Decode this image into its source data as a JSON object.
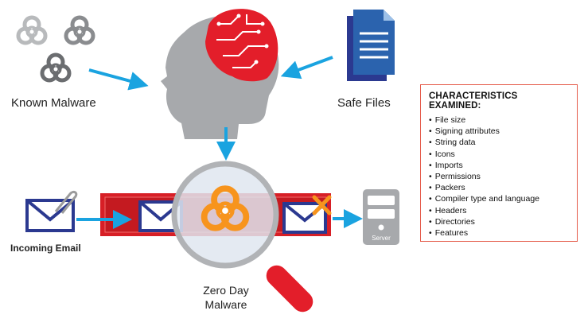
{
  "labels": {
    "known_malware": "Known Malware",
    "safe_files": "Safe Files",
    "incoming_email": "Incoming Email",
    "zero_day_line1": "Zero Day",
    "zero_day_line2": "Malware",
    "server": "Server"
  },
  "characteristics": {
    "title": "CHARACTERISTICS EXAMINED:",
    "items": [
      "File size",
      "Signing attributes",
      "String data",
      "Icons",
      "Imports",
      "Permissions",
      "Packers",
      "Compiler type and language",
      "Headers",
      "Directories",
      "Features"
    ]
  },
  "colors": {
    "arrow_blue": "#1aa3e0",
    "brain_red": "#e31e2a",
    "head_gray": "#a7a9ac",
    "envelope_blue": "#2b3990",
    "biohazard_orange": "#f7941d",
    "box_border": "#e55b4a",
    "banner_red": "#d71f26"
  },
  "icons": [
    "biohazard-icon",
    "brain-circuit-icon",
    "document-icon",
    "envelope-icon",
    "paperclip-icon",
    "magnifier-icon",
    "server-icon",
    "x-mark-icon"
  ]
}
